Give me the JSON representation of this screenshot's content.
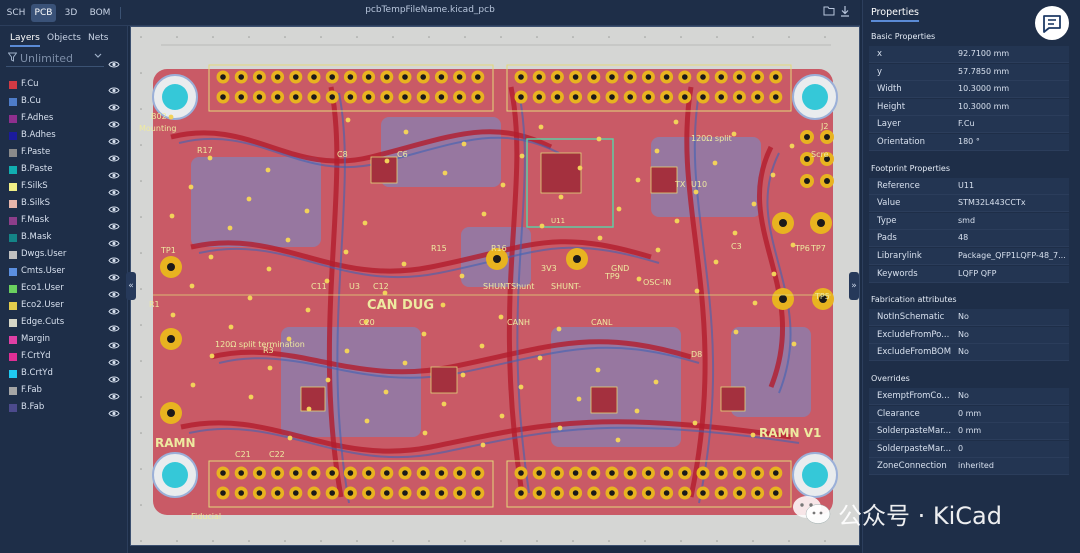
{
  "top_tabs": [
    {
      "label": "SCH",
      "active": false
    },
    {
      "label": "PCB",
      "active": true
    },
    {
      "label": "3D",
      "active": false
    },
    {
      "label": "BOM",
      "active": false
    }
  ],
  "file_title": "pcbTempFileName.kicad_pcb",
  "top_icons": [
    "folder-icon",
    "download-icon"
  ],
  "left_tabs": [
    {
      "label": "Layers",
      "active": true
    },
    {
      "label": "Objects",
      "active": false
    },
    {
      "label": "Nets",
      "active": false
    }
  ],
  "filter": {
    "placeholder": "Unlimited"
  },
  "layers": [
    {
      "name": "F.Cu",
      "color": "#d03a44"
    },
    {
      "name": "B.Cu",
      "color": "#4e7cc8"
    },
    {
      "name": "F.Adhes",
      "color": "#8e2f8e"
    },
    {
      "name": "B.Adhes",
      "color": "#1b1b9c"
    },
    {
      "name": "F.Paste",
      "color": "#8a8a8a"
    },
    {
      "name": "B.Paste",
      "color": "#11aeb0"
    },
    {
      "name": "F.SilkS",
      "color": "#f1ef86"
    },
    {
      "name": "B.SilkS",
      "color": "#e7b6ab"
    },
    {
      "name": "F.Mask",
      "color": "#8d3e8a"
    },
    {
      "name": "B.Mask",
      "color": "#148487"
    },
    {
      "name": "Dwgs.User",
      "color": "#c0c0c0"
    },
    {
      "name": "Cmts.User",
      "color": "#5b8fe0"
    },
    {
      "name": "Eco1.User",
      "color": "#6ad05f"
    },
    {
      "name": "Eco2.User",
      "color": "#e3cc4c"
    },
    {
      "name": "Edge.Cuts",
      "color": "#d6d6c6"
    },
    {
      "name": "Margin",
      "color": "#e040a5"
    },
    {
      "name": "F.CrtYd",
      "color": "#e02f95"
    },
    {
      "name": "B.CrtYd",
      "color": "#1fc8f0"
    },
    {
      "name": "F.Fab",
      "color": "#a5a5a5"
    },
    {
      "name": "B.Fab",
      "color": "#4c4a8c"
    }
  ],
  "canvas": {
    "board_fill": "#c95a66",
    "copper_back": "#6d8fcf",
    "pad_gold": "#e8b320",
    "hole_cyan": "#35c8d8",
    "board_labels": [
      "CAN DUG",
      "RAMN",
      "RAMN V1",
      "SHUNT",
      "Shunt",
      "SHUNT-",
      "120Ω split",
      "120Ω split termination",
      "TP1",
      "TP5",
      "TP6",
      "TP7",
      "TP9",
      "R1",
      "R15",
      "R16",
      "R17",
      "C11",
      "U3",
      "C12",
      "C20",
      "R3",
      "C8",
      "C6",
      "U10",
      "B02",
      "J2",
      "TX",
      "OSC-IN",
      "Mounting",
      "Fiducial",
      "CANH",
      "CANL",
      "3V3",
      "GND",
      "Scre",
      "D8",
      "C3",
      "C21",
      "C22",
      "U11"
    ]
  },
  "properties": {
    "title": "Properties",
    "sections": [
      {
        "title": "Basic Properties",
        "rows": [
          {
            "key": "x",
            "value": "92.7100 mm"
          },
          {
            "key": "y",
            "value": "57.7850 mm"
          },
          {
            "key": "Width",
            "value": "10.3000 mm"
          },
          {
            "key": "Height",
            "value": "10.3000 mm"
          },
          {
            "key": "Layer",
            "value": "F.Cu"
          },
          {
            "key": "Orientation",
            "value": "180 °"
          }
        ]
      },
      {
        "title": "Footprint Properties",
        "rows": [
          {
            "key": "Reference",
            "value": "U11"
          },
          {
            "key": "Value",
            "value": "STM32L443CCTx"
          },
          {
            "key": "Type",
            "value": "smd"
          },
          {
            "key": "Pads",
            "value": "48"
          },
          {
            "key": "Librarylink",
            "value": "Package_QFP1LQFP-48_7..."
          },
          {
            "key": "Keywords",
            "value": "LQFP QFP"
          }
        ]
      },
      {
        "title": "Fabrication attributes",
        "rows": [
          {
            "key": "NotInSchematic",
            "value": "No"
          },
          {
            "key": "ExcludeFromPo...",
            "value": "No"
          },
          {
            "key": "ExcludeFromBOM",
            "value": "No"
          }
        ]
      },
      {
        "title": "Overrides",
        "rows": [
          {
            "key": "ExemptFromCo...",
            "value": "No"
          },
          {
            "key": "Clearance",
            "value": "0 mm"
          },
          {
            "key": "SolderpasteMar...",
            "value": "0 mm"
          },
          {
            "key": "SolderpasteMar...",
            "value": "0"
          },
          {
            "key": "ZoneConnection",
            "value": "inherited"
          }
        ]
      }
    ]
  },
  "watermark": {
    "text": "公众号 · KiCad"
  }
}
